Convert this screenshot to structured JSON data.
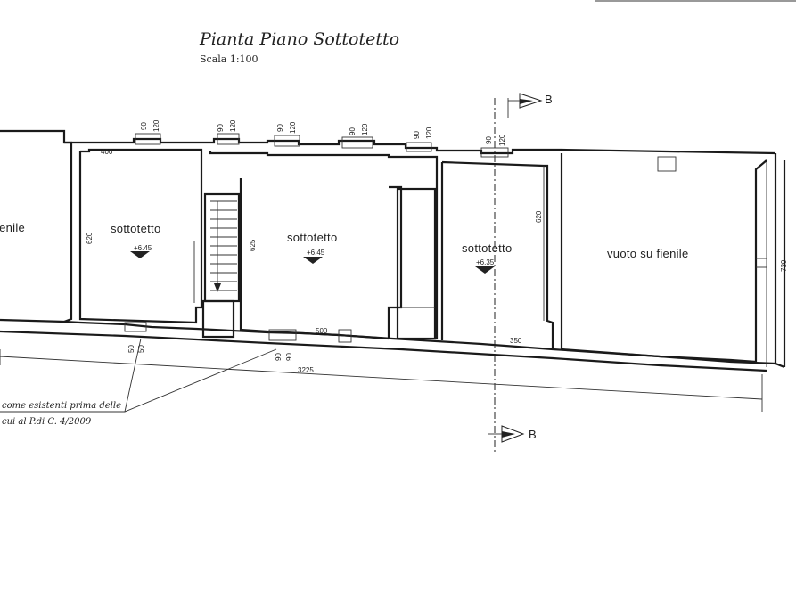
{
  "drawing": {
    "title": "Pianta Piano Sottotetto",
    "scale": "Scala 1:100"
  },
  "section": {
    "marker_top": "B",
    "marker_bottom": "B"
  },
  "rooms": [
    {
      "label": "fienile"
    },
    {
      "label": "sottotetto",
      "level": "+6.45"
    },
    {
      "label": "sottotetto",
      "level": "+6.45"
    },
    {
      "label": "sottotetto",
      "level": "+6.35"
    },
    {
      "label": "vuoto su fienile"
    }
  ],
  "dimensions": {
    "d400": "400",
    "d620_left": "620",
    "d625": "625",
    "d620_right": "620",
    "d730": "730",
    "d500": "500",
    "d350": "350",
    "d3225": "3225",
    "d90": "90",
    "d120": "120",
    "d50": "50"
  },
  "note": {
    "line1": "come esistenti prima delle",
    "line2": "cui al P.di C. 4/2009"
  }
}
